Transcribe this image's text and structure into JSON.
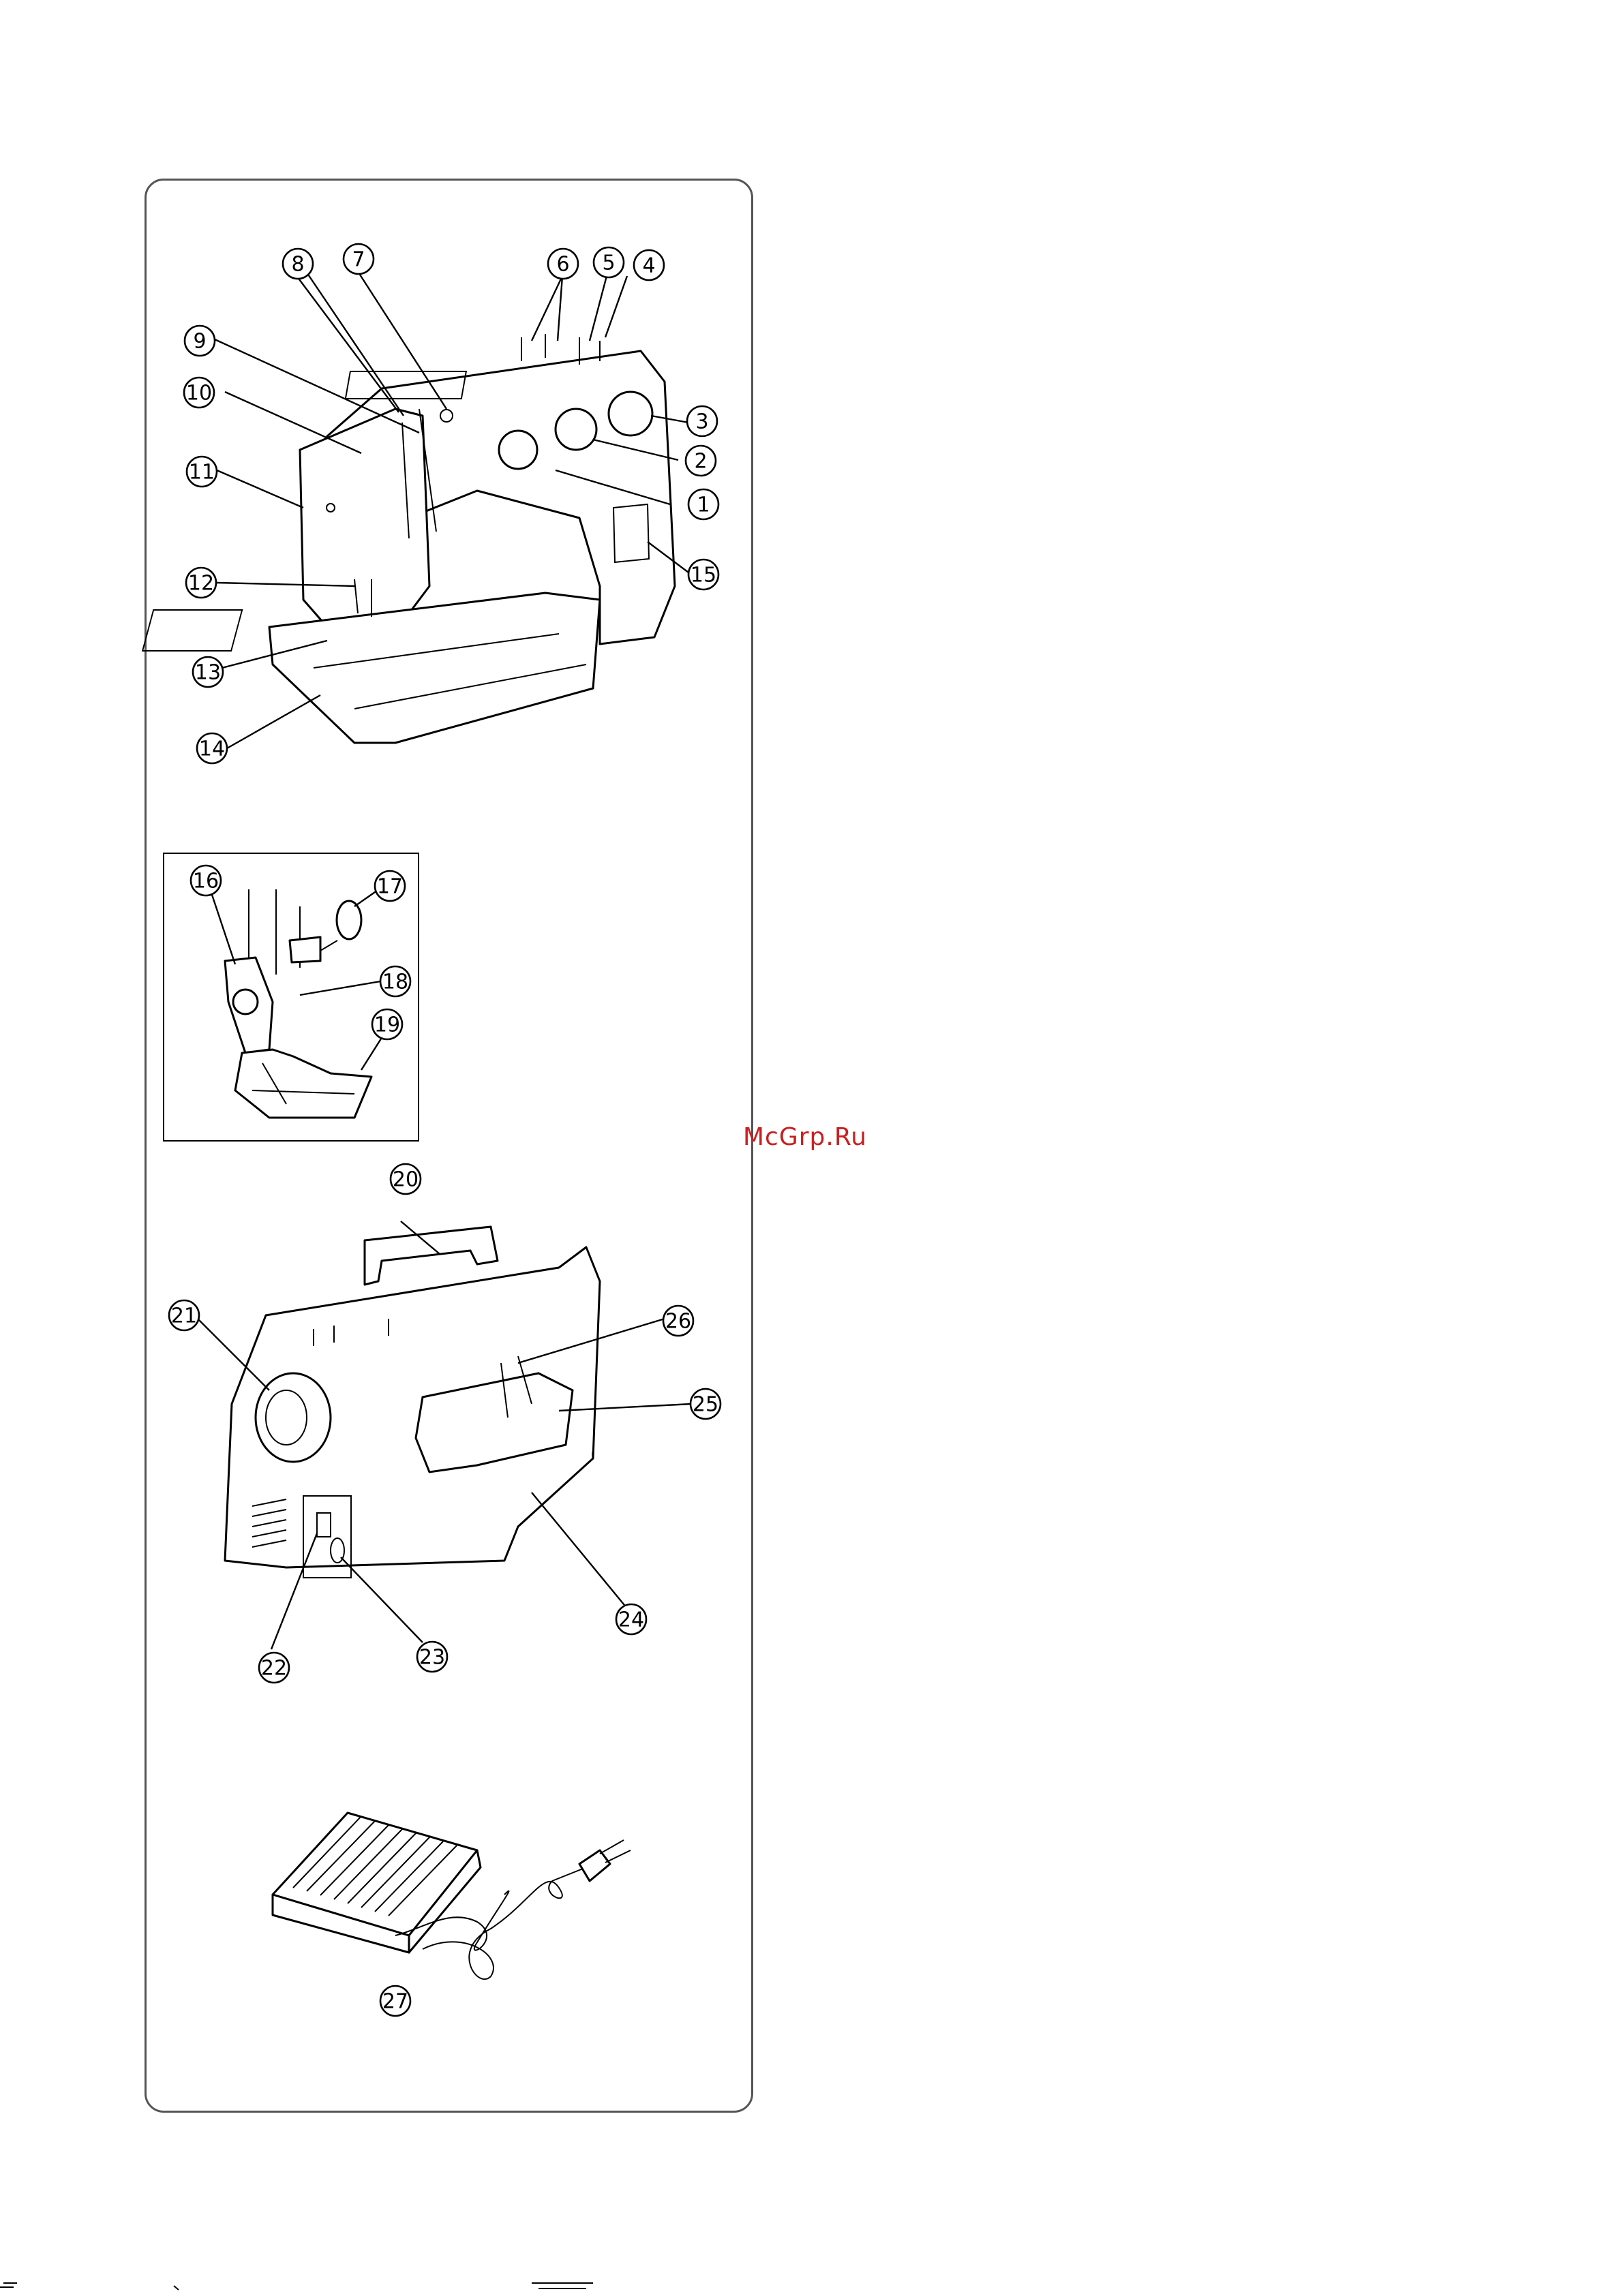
{
  "watermark": "McGrp.Ru",
  "callouts": {
    "n1": "1",
    "n2": "2",
    "n3": "3",
    "n4": "4",
    "n5": "5",
    "n6": "6",
    "n7": "7",
    "n8": "8",
    "n9": "9",
    "n10": "10",
    "n11": "11",
    "n12": "12",
    "n13": "13",
    "n14": "14",
    "n15": "15",
    "n16": "16",
    "n17": "17",
    "n18": "18",
    "n19": "19",
    "n20": "20",
    "n21": "21",
    "n22": "22",
    "n23": "23",
    "n24": "24",
    "n25": "25",
    "n26": "26",
    "n27": "27"
  }
}
